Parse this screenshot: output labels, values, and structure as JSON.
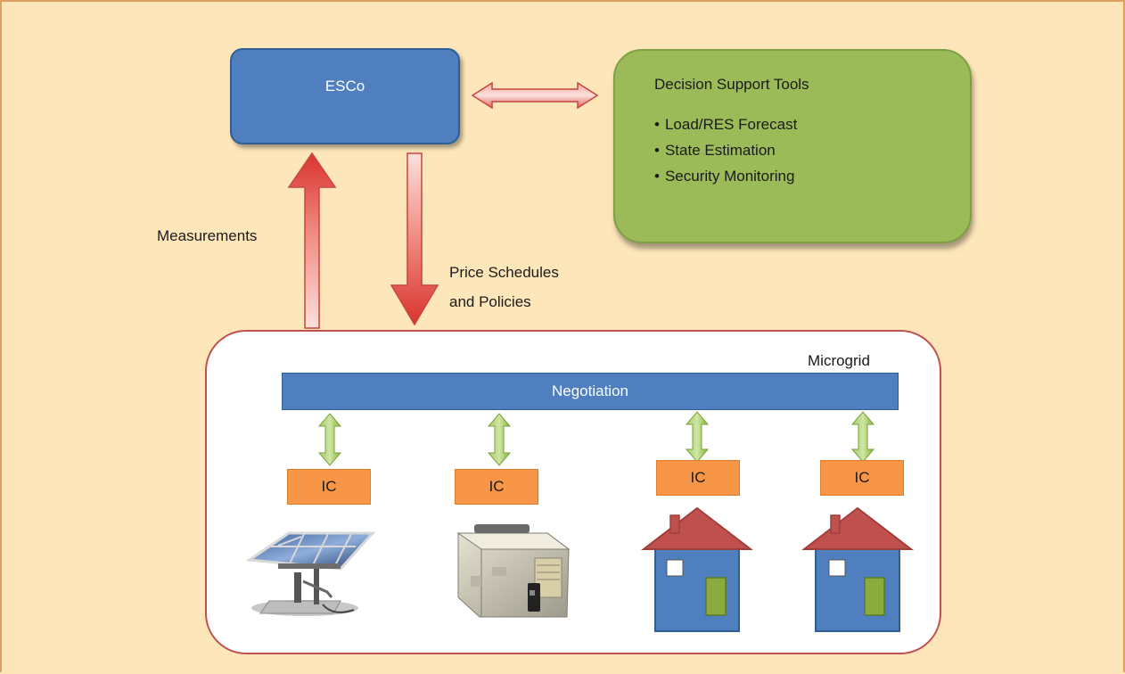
{
  "esco": {
    "label": "ESCo"
  },
  "decision_support": {
    "title": "Decision Support Tools",
    "items": [
      "Load/RES Forecast",
      "State Estimation",
      "Security Monitoring"
    ]
  },
  "flows": {
    "measurements": "Measurements",
    "price_schedules_line1": "Price Schedules",
    "price_schedules_line2": "and Policies"
  },
  "microgrid": {
    "label": "Microgrid",
    "negotiation": "Negotiation",
    "ic_labels": [
      "IC",
      "IC",
      "IC",
      "IC"
    ]
  },
  "colors": {
    "background": "#fde6b9",
    "esco_blue": "#4f7fbf",
    "dst_green": "#9bbb59",
    "ic_orange": "#f79646",
    "microgrid_border": "#c0504d",
    "arrow_red": "#d9403c",
    "arrow_green": "#8fbf4a"
  }
}
